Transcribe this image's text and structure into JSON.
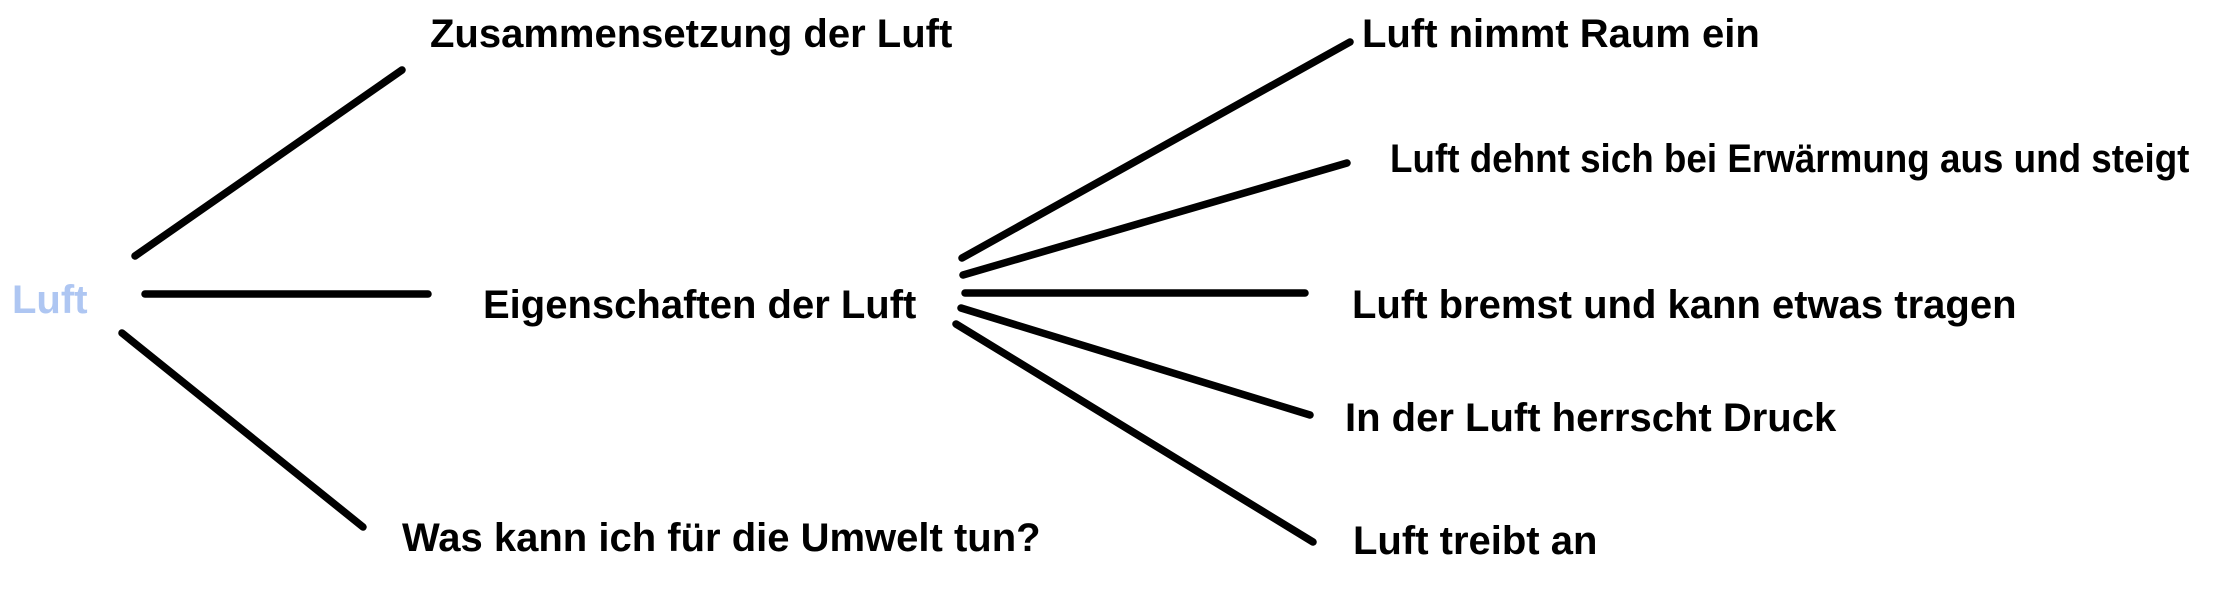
{
  "mindmap": {
    "root": {
      "label": "Luft",
      "color": "#aec6f2"
    },
    "branches": [
      {
        "id": "zusammensetzung",
        "label": "Zusammensetzung der Luft",
        "children": []
      },
      {
        "id": "eigenschaften",
        "label": "Eigenschaften der Luft",
        "children": [
          {
            "label": "Luft nimmt Raum ein"
          },
          {
            "label": "Luft dehnt sich bei Erwärmung aus und steigt"
          },
          {
            "label": "Luft bremst und kann etwas tragen"
          },
          {
            "label": "In der Luft herrscht Druck"
          },
          {
            "label": "Luft treibt an"
          }
        ]
      },
      {
        "id": "umwelt",
        "label": "Was kann ich für die Umwelt tun?",
        "children": []
      }
    ],
    "style": {
      "connector_color": "#000000",
      "text_color": "#000000",
      "background_color": "#ffffff"
    }
  }
}
